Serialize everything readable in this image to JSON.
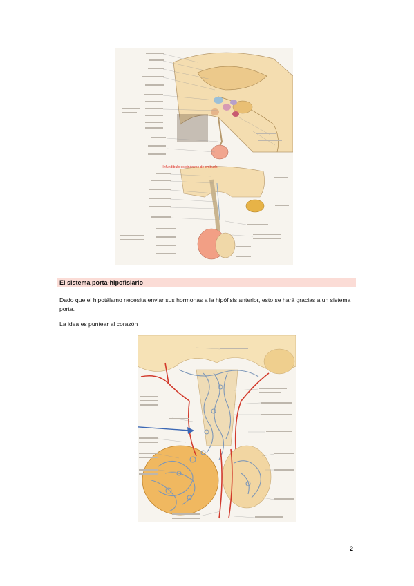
{
  "figure1": {
    "caption": "Infundíbulo es sinónimo de embudo"
  },
  "section": {
    "title": "El sistema porta-hipofisiario"
  },
  "paragraphs": [
    "Dado que el hipotálamo necesita enviar sus hormonas a la hipófisis anterior, esto se hará gracias a un sistema porta.",
    "La idea es puntear al corazón"
  ],
  "page_number": "2",
  "colors": {
    "section_highlight": "#fbdcd6",
    "caption_red": "#e0362c",
    "artery_red": "#d23a2c",
    "vein_blue": "#7d97b8",
    "gland_orange": "#f0b860",
    "arrow_blue": "#3c68b5"
  }
}
